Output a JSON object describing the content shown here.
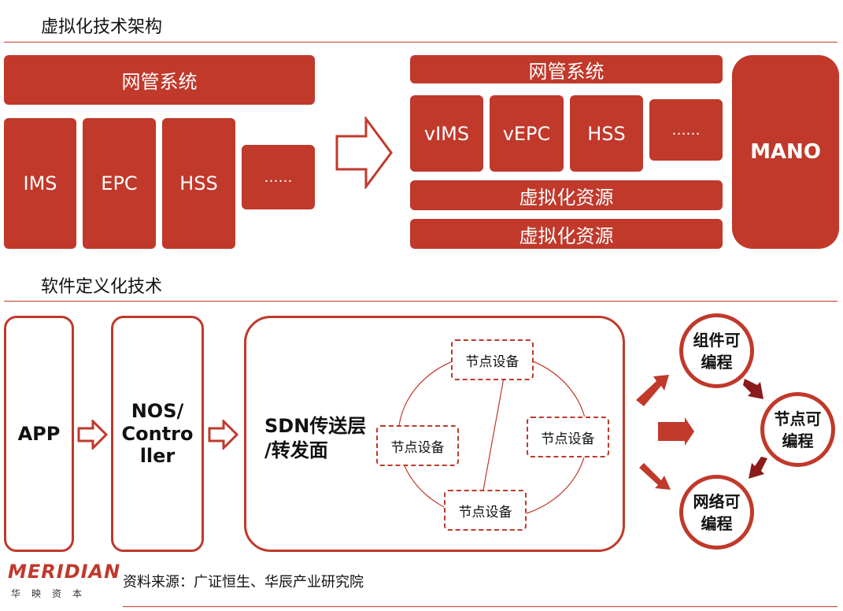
{
  "section1": {
    "title": "虚拟化技术架构"
  },
  "left_arch": {
    "nms": "网管系统",
    "modules": [
      "IMS",
      "EPC",
      "HSS",
      "……"
    ]
  },
  "right_arch": {
    "nms": "网管系统",
    "modules": [
      "vIMS",
      "vEPC",
      "HSS",
      "……"
    ],
    "resource_1": "虚拟化资源",
    "resource_2": "虚拟化资源",
    "mano": "MANO"
  },
  "section2": {
    "title": "软件定义化技术"
  },
  "sdn": {
    "app": "APP",
    "nos_line1": "NOS/",
    "nos_line2": "Contro",
    "nos_line3": "ller",
    "layer_line1": "SDN传送层",
    "layer_line2": "/转发面",
    "nodes": [
      "节点设备",
      "节点设备",
      "节点设备",
      "节点设备"
    ]
  },
  "programmable": {
    "component": [
      "组件可",
      "编程"
    ],
    "node": [
      "节点可",
      "编程"
    ],
    "network": [
      "网络可",
      "编程"
    ]
  },
  "footer": {
    "logo_text": "MERIDIAN",
    "logo_sub": "华映资本",
    "source": "资料来源：广证恒生、华辰产业研究院"
  },
  "colors": {
    "accent": "#c0392b",
    "arrow_dark": "#8b1a1a"
  }
}
